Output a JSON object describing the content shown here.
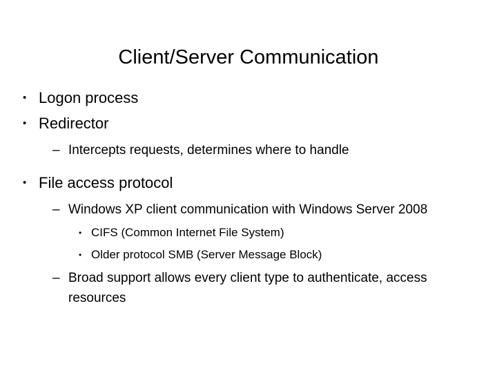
{
  "slide": {
    "title": "Client/Server Communication",
    "background_color": "#ffffff",
    "text_color": "#000000",
    "markers": {
      "level1": "•",
      "level2": "–",
      "level3": "•"
    },
    "bullets": [
      {
        "level": 1,
        "marker": "•",
        "text": "Logon process"
      },
      {
        "level": 1,
        "marker": "•",
        "text": "Redirector"
      },
      {
        "level": 2,
        "marker": "–",
        "text": "Intercepts requests, determines where to handle"
      },
      {
        "level": 1,
        "marker": "•",
        "text": "File access protocol"
      },
      {
        "level": 2,
        "marker": "–",
        "text": "Windows XP client communication with Windows Server 2008"
      },
      {
        "level": 3,
        "marker": "•",
        "text": "CIFS (Common Internet File System)"
      },
      {
        "level": 3,
        "marker": "•",
        "text": "Older protocol SMB (Server Message Block)"
      },
      {
        "level": 2,
        "marker": "–",
        "text": "Broad support allows every client type to authenticate, access resources"
      }
    ]
  }
}
